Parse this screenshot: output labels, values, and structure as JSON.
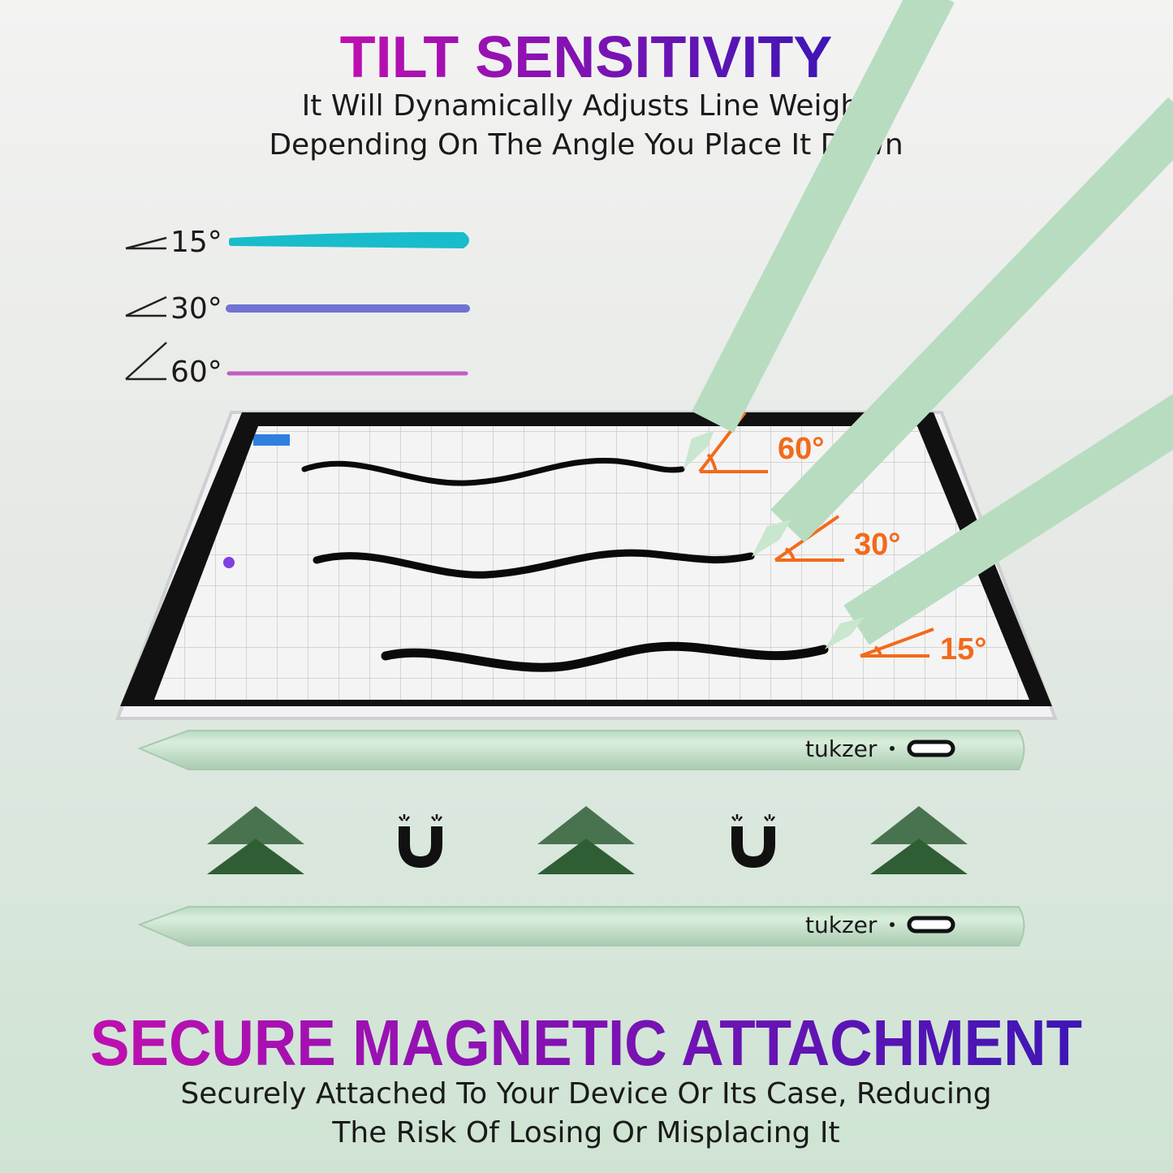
{
  "top": {
    "title": "TILT SENSITIVITY",
    "subtitle_line1": "It Will Dynamically Adjusts Line Weight",
    "subtitle_line2": "Depending On The Angle You Place It Down"
  },
  "legend": [
    {
      "label": "15°",
      "color": "#19bccb"
    },
    {
      "label": "30°",
      "color": "#6f73d2"
    },
    {
      "label": "60°",
      "color": "#c45cc4"
    }
  ],
  "tablet_angles": [
    "60°",
    "30°",
    "15°"
  ],
  "pen_brand": "tukzer",
  "bottom": {
    "title": "SECURE MAGNETIC ATTACHMENT",
    "subtitle_line1": "Securely Attached To Your Device Or Its Case, Reducing",
    "subtitle_line2": "The Risk Of Losing Or Misplacing It"
  },
  "colors": {
    "accent_orange": "#f26a1a",
    "pen_green": "#c5e3cc",
    "arrow_green": "#2f5e35",
    "title_start": "#b30fb8",
    "title_end": "#4a14b8"
  }
}
